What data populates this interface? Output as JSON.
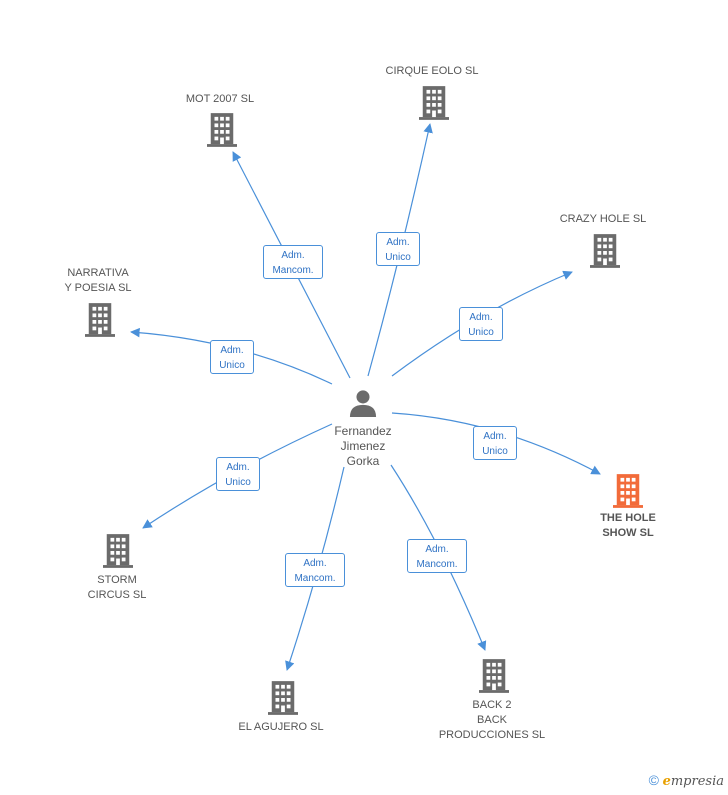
{
  "center": {
    "name": "Fernandez\nJimenez\nGorka",
    "icon": "person-icon"
  },
  "colors": {
    "edge": "#4a90d9",
    "building": "#6b6b6b",
    "highlight": "#f26b3a",
    "label": "#555555"
  },
  "companies": [
    {
      "id": "mot-2007",
      "name": "MOT 2007 SL",
      "relation": "Adm.\nMancom.",
      "direction": "out",
      "highlight": false,
      "icon": "building-icon"
    },
    {
      "id": "cirque-eolo",
      "name": "CIRQUE EOLO SL",
      "relation": "Adm.\nUnico",
      "direction": "out",
      "highlight": false,
      "icon": "building-icon"
    },
    {
      "id": "crazy-hole",
      "name": "CRAZY HOLE SL",
      "relation": "Adm.\nUnico",
      "direction": "out",
      "highlight": false,
      "icon": "building-icon"
    },
    {
      "id": "narrativa-poesia",
      "name": "NARRATIVA\nY POESIA SL",
      "relation": "Adm.\nUnico",
      "direction": "out",
      "highlight": false,
      "icon": "building-icon"
    },
    {
      "id": "the-hole-show",
      "name": "THE HOLE\nSHOW SL",
      "relation": "Adm.\nUnico",
      "direction": "out",
      "highlight": true,
      "icon": "building-icon"
    },
    {
      "id": "storm-circus",
      "name": "STORM\nCIRCUS SL",
      "relation": "Adm.\nUnico",
      "direction": "out",
      "highlight": false,
      "icon": "building-icon"
    },
    {
      "id": "el-agujero",
      "name": "EL AGUJERO SL",
      "relation": "Adm.\nMancom.",
      "direction": "out",
      "highlight": false,
      "icon": "building-icon"
    },
    {
      "id": "back-2-back",
      "name": "BACK 2\nBACK\nPRODUCCIONES SL",
      "relation": "Adm.\nMancom.",
      "direction": "out",
      "highlight": false,
      "icon": "building-icon"
    }
  ],
  "footer": {
    "copyright_symbol": "©",
    "brand_initial": "e",
    "brand_rest": "mpresia"
  }
}
